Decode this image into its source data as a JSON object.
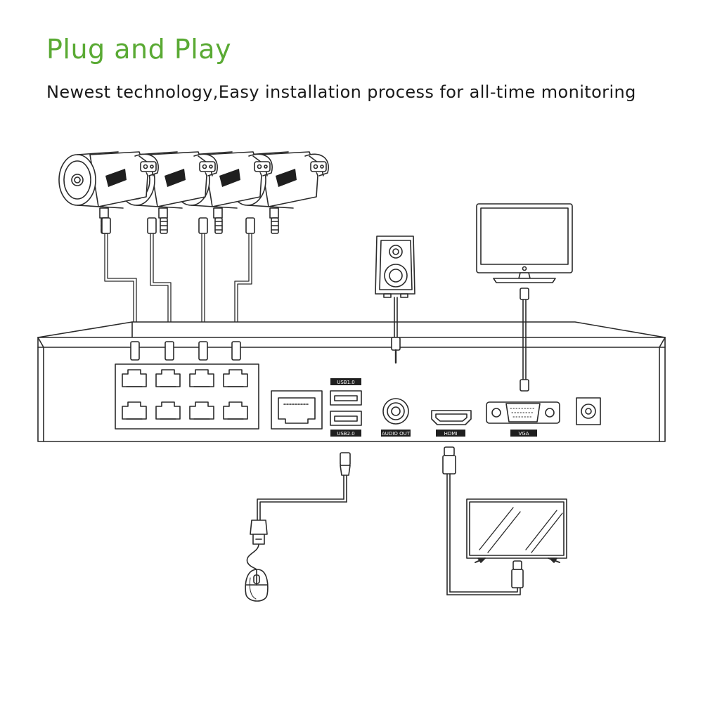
{
  "header": {
    "title": "Plug and Play",
    "subtitle": "Newest technology,Easy installation process for all-time monitoring"
  },
  "colors": {
    "title": "#5aaa34",
    "line": "#2a2a2a",
    "label_bg": "#1f1f1f",
    "label_text": "#ffffff"
  },
  "nvr": {
    "labels": {
      "usb1": "USB1.0",
      "usb2": "USB2.0",
      "audio": "AUDIO OUT",
      "hdmi": "HDMI",
      "vga": "VGA"
    }
  },
  "devices": {
    "cameras_count": 4,
    "icons": [
      "camera-icon",
      "speaker-icon",
      "monitor-icon",
      "tv-icon",
      "mouse-icon"
    ]
  }
}
